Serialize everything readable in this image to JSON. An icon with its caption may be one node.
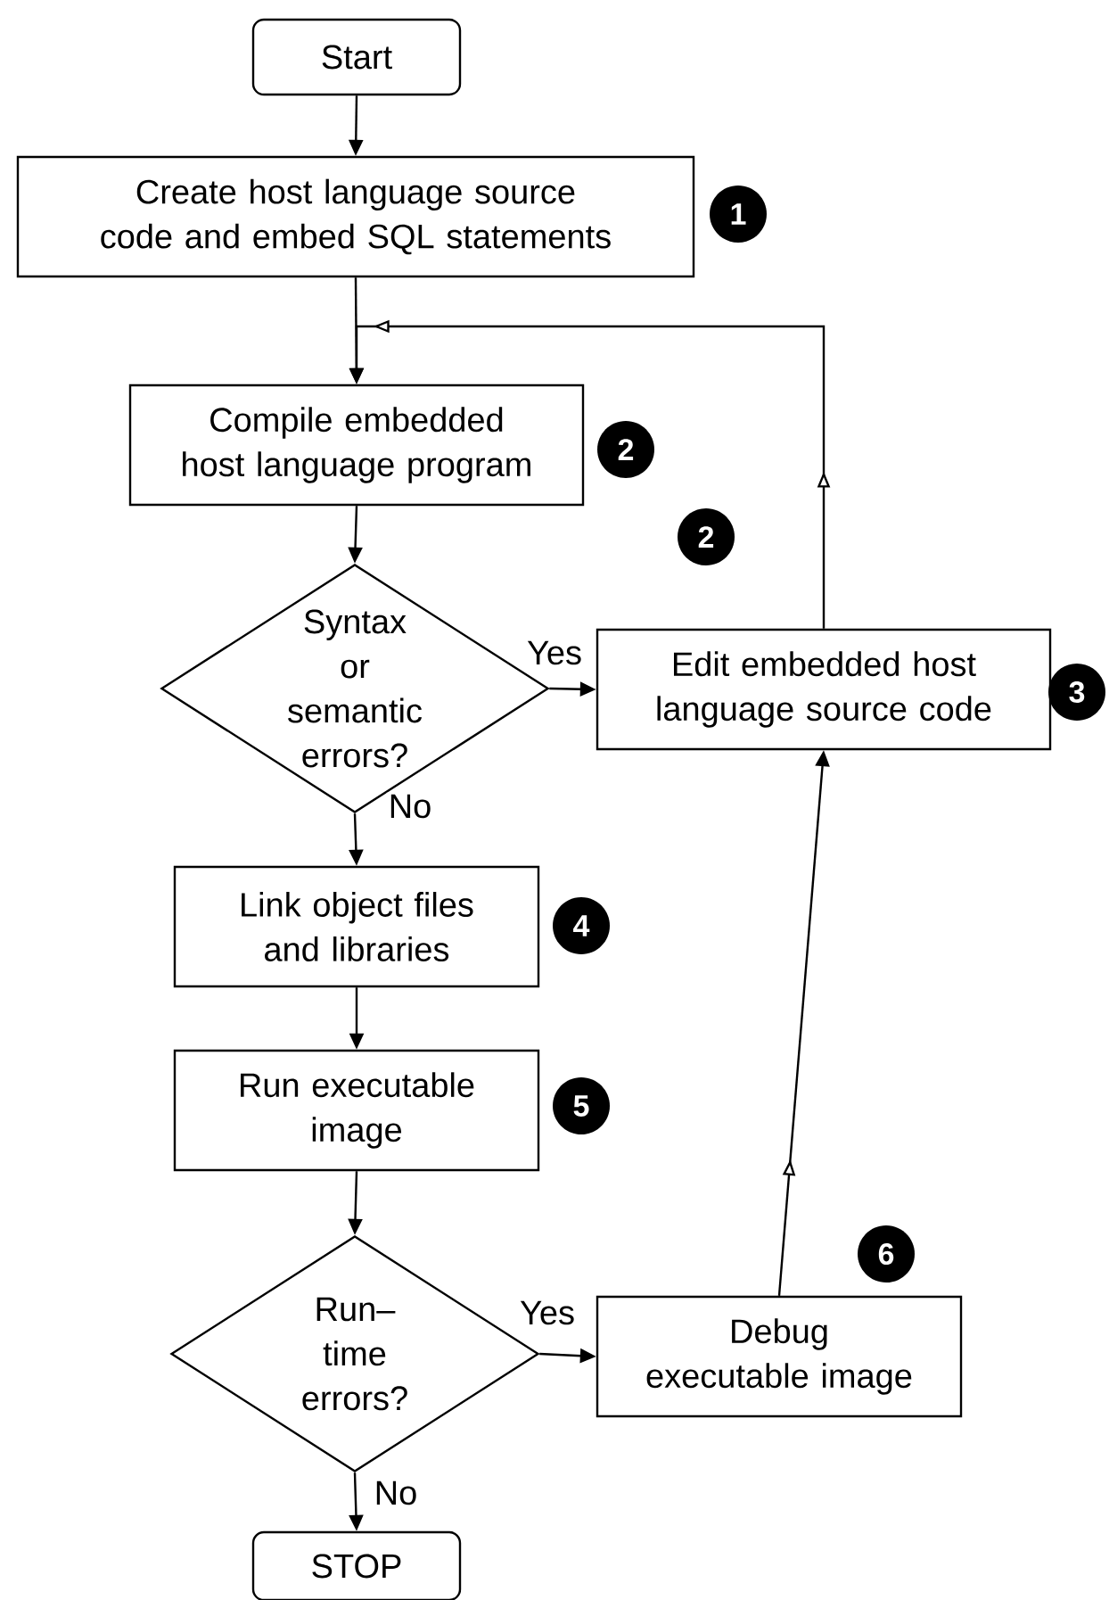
{
  "diagram": {
    "nodes": [
      {
        "text": [
          "Start"
        ]
      },
      {
        "text": [
          "Create host language source code and embed SQL statements"
        ]
      },
      {
        "text": [
          "Compile embedded host language program"
        ]
      },
      {
        "text": [
          "Syntax or semantic errors?"
        ]
      },
      {
        "text": [
          "Edit embedded host language source code"
        ]
      },
      {
        "text": [
          "Link object files and libraries"
        ]
      },
      {
        "text": [
          "Run executable image"
        ]
      },
      {
        "text": [
          "Run–time errors?"
        ]
      },
      {
        "text": [
          "Debug executable image"
        ]
      },
      {
        "text": [
          "STOP"
        ]
      }
    ],
    "edges": [
      {
        "from": 0,
        "to": 1,
        "arrow": "to"
      },
      {
        "from": 1,
        "to": 2,
        "arrow": "to"
      },
      {
        "from": 2,
        "to": 3,
        "arrow": "to"
      },
      {
        "from": 3,
        "to": 4,
        "arrow": "to",
        "label": "Yes"
      },
      {
        "from": 3,
        "to": 5,
        "arrow": "to",
        "label": "No"
      },
      {
        "from": 5,
        "to": 6,
        "arrow": "to"
      },
      {
        "from": 6,
        "to": 7,
        "arrow": "to"
      },
      {
        "from": 7,
        "to": 8,
        "arrow": "to",
        "label": "Yes"
      },
      {
        "from": 7,
        "to": 9,
        "arrow": "to",
        "label": "No"
      },
      {
        "from": 4,
        "to": 2,
        "arrow": "to"
      },
      {
        "from": 8,
        "to": 4,
        "arrow": "to"
      }
    ],
    "labels": [
      "1",
      "2",
      "2",
      "3",
      "4",
      "5",
      "6"
    ]
  }
}
